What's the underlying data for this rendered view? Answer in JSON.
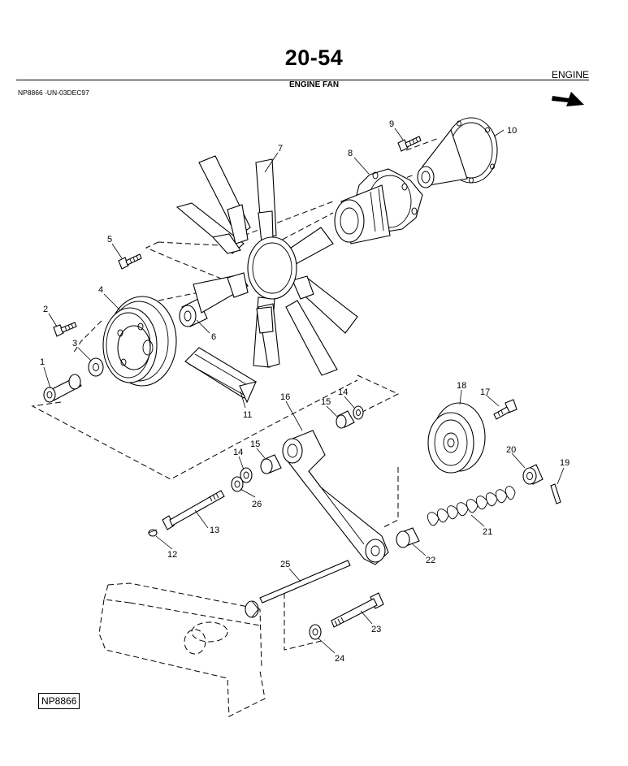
{
  "header": {
    "page_number": "20-54",
    "section": "ENGINE",
    "subtitle": "ENGINE FAN",
    "reference": "NP8866    -UN-03DEC97"
  },
  "figure_id": "NP8866",
  "callouts": [
    "1",
    "2",
    "3",
    "4",
    "5",
    "6",
    "7",
    "8",
    "9",
    "10",
    "11",
    "12",
    "13",
    "14",
    "15",
    "16",
    "17",
    "18",
    "19",
    "20",
    "21",
    "22",
    "23",
    "24",
    "25",
    "26",
    "14",
    "15"
  ],
  "icons": {
    "direction": "arrow-icon"
  }
}
